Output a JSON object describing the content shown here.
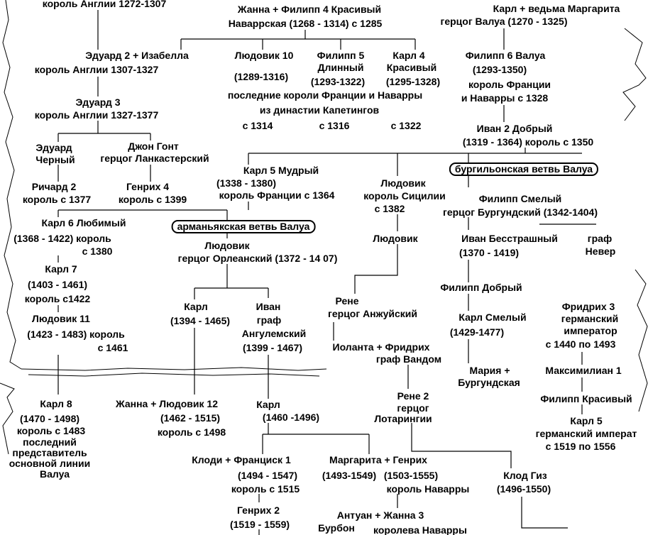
{
  "labels": {
    "edward1_title": "король Англии 1272-1307",
    "jeanne_philip4": "Жанна  +  Филипп 4 Красивый",
    "navarre_dates": "Наваррская      (1268 - 1314) с 1285",
    "charles_valois": "Карл   +   ведьма Маргарита",
    "charles_valois_title": "герцог Валуа (1270 - 1325)",
    "edward2": "Эдуард 2   +   Изабелла",
    "edward2_title": "король Англии 1307-1327",
    "louis10": "Людовик 10",
    "louis10_dates": "(1289-1316)",
    "philip5_a": "Филипп 5",
    "philip5_b": "Длинный",
    "philip5_dates": "(1293-1322)",
    "charles4_a": "Карл 4",
    "charles4_b": "Красивый",
    "charles4_dates": "(1295-1328)",
    "capet_last_1": "последние короли  Франции и Наварры",
    "capet_last_2": "из династии Капетингов",
    "since_1314": "с 1314",
    "since_1316": "с 1316",
    "since_1322": "с 1322",
    "philip6": "Филипп 6  Валуа",
    "philip6_dates": "(1293-1350)",
    "philip6_title_1": "король Франции",
    "philip6_title_2": "и Наварры  с 1328",
    "edward3": "Эдуард 3",
    "edward3_title": "король Англии 1327-1377",
    "john2": "Иван 2 Добрый",
    "john2_dates": "(1319 - 1364) король с 1350",
    "edward_black_1": "Эдуард",
    "edward_black_2": "Черный",
    "john_gaunt_1": "Джон Гонт",
    "john_gaunt_2": "герцог Ланкастерский",
    "burgundy_branch": "бургильонская ветвь Валуа",
    "charles5": "Карл 5 Мудрый",
    "charles5_dates": "(1338 - 1380)",
    "charles5_title": "король Франции с 1364",
    "louis_sicily_1": "Людовик",
    "louis_sicily_2": "король Сицилии",
    "louis_sicily_3": "с 1382",
    "richard2_1": "Ричард 2",
    "richard2_2": "король с 1377",
    "henry4_1": "Генрих 4",
    "henry4_2": "король с 1399",
    "philip_bold_1": "Филипп Смелый",
    "philip_bold_2": "герцог Бургундский (1342-1404)",
    "charles6": "Карл 6 Любимый",
    "charles6_dates": "(1368 - 1422) король",
    "charles6_since": "с 1380",
    "armagnac_branch": "арманьякская  ветвь Валуа",
    "louis_son": "Людовик",
    "john_fearless": "Иван Бесстрашный",
    "john_fearless_dates": "(1370 - 1419)",
    "count_1": "граф",
    "count_2": "Невер",
    "louis_orleans_1": "Людовик",
    "louis_orleans_2": "герцог Орлеанский (1372 - 14 07)",
    "charles7": "Карл 7",
    "charles7_dates": "(1403 - 1461)",
    "charles7_since": "король  с1422",
    "philip_good": "Филипп Добрый",
    "rene_1": "Рене",
    "rene_2": "герцог Анжуйский",
    "charles_orl": "Карл",
    "charles_orl_dates": "(1394 - 1465)",
    "john_ang_1": "Иван",
    "john_ang_2": "граф",
    "john_ang_3": "Ангулемский",
    "john_ang_dates": "(1399 - 1467)",
    "louis11": "Людовик 11",
    "louis11_dates": "(1423 - 1483) король",
    "louis11_since": "с 1461",
    "charles_bold": "Карл Смелый",
    "charles_bold_dates": "(1429-1477)",
    "frederick3_1": "Фридрих 3",
    "frederick3_2": "германский",
    "frederick3_3": "император",
    "frederick3_4": "с 1440 по 1493",
    "yolande": "Иоланта + Фридрих",
    "vaudemont": "граф Вандом",
    "maria_1": "Мария     +",
    "maria_2": "Бургундская",
    "maximilian": "Максимилиан 1",
    "charles8": "Карл 8",
    "charles8_dates": "(1470 - 1498)",
    "charles8_t1": "король с 1483",
    "charles8_t2": "последний",
    "charles8_t3": "представитель",
    "charles8_t4": "основной линии",
    "charles8_t5": "Валуа",
    "jeanne_louis12": "Жанна  +  Людовик 12",
    "louis12_dates": "(1462 - 1515)",
    "louis12_since": "король с 1498",
    "charles_ang": "Карл",
    "charles_ang_dates": "(1460 -1496)",
    "rene2_1": "Рене 2",
    "rene2_2": "герцог",
    "rene2_3": "Лотарингии",
    "philip_fair": "Филипп  Красивый",
    "charles5_emp_1": "Карл 5",
    "charles5_emp_2": "германский императ",
    "charles5_emp_3": "с 1519 по 1556",
    "claude_francis": "Клоди  +  Франциск 1",
    "francis_dates": "(1494 - 1547)",
    "francis_since": "король с 1515",
    "margarita_henry": "Маргарита + Генрих",
    "margarita_dates": "(1493-1549)",
    "henry_dates": "(1503-1555)",
    "henry_title": "король Наварры",
    "claude_guise": "Клод Гиз",
    "claude_guise_dates": "(1496-1550)",
    "henry2": "Генрих 2",
    "henry2_dates": "(1519 - 1559)",
    "antoine_jeanne3": "Антуан     +    Жанна 3",
    "bourbon": "Бурбон",
    "queen_navarre": "королева Наварры"
  }
}
